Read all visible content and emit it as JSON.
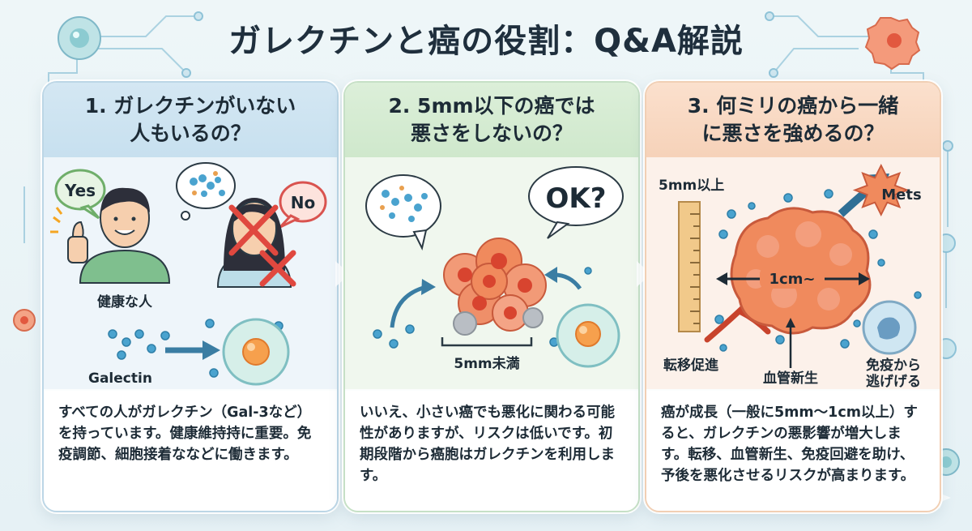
{
  "title": "ガレクチンと癌の役割：Q&A解説",
  "panels": [
    {
      "question": "1. ガレクチンがいない\n人もいるの？",
      "labels": {
        "yes": "Yes",
        "no": "No",
        "healthy": "健康な人",
        "galectin": "Galectin"
      },
      "answer": "すべての人がガレクチン（Gal-3など）を持っています。健康維持持に重要。免疫調節、細胞接着ななどに働きます。"
    },
    {
      "question": "2. 5mm以下の癌では\n悪さをしないの？",
      "labels": {
        "ok": "OK?",
        "size": "5mm未満"
      },
      "answer": "いいえ、小さい癌でも悪化に関わる可能性がありますが、リスクは低いです。初期段階から癌胞はガレクチンを利用します。"
    },
    {
      "question": "3. 何ミリの癌から一緒\nに悪さを強めるの？",
      "labels": {
        "ruler": "5mm以上",
        "mets": "Mets",
        "size": "1cm~",
        "metastasis": "転移促進",
        "angiogenesis": "血管新生",
        "immune": "免疫から",
        "immune2": "逃げげる"
      },
      "answer": "癌が成長（一般に5mm～1cm以上）すると、ガレクチンの悪影響が増大します。転移、血管新生、免疫回避を助け、予後を悪化させるリスクが高まります。"
    }
  ],
  "colors": {
    "panel1": "#c7e0ef",
    "panel2": "#cfe8cc",
    "panel3": "#f6d2b9",
    "tumor": "#f08a5d",
    "galectin": "#4aa3cf"
  },
  "icons": [
    "cell-icon",
    "thumbs-up-icon",
    "tumor-icon",
    "ruler-icon",
    "blood-vessel-icon",
    "immune-cell-icon",
    "arrow-icon",
    "sparkle-icon"
  ]
}
